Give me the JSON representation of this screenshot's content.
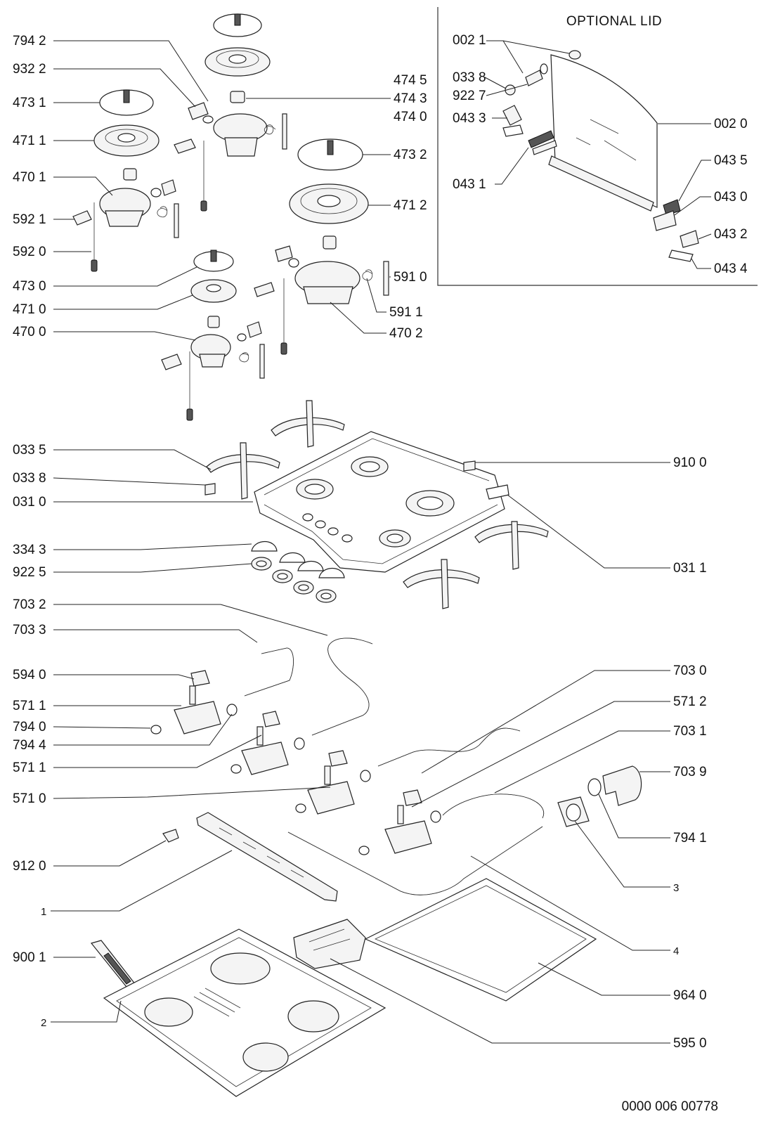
{
  "title": "OPTIONAL LID",
  "doc_number": "0000 006 00778",
  "labels": {
    "l7942": "794 2",
    "l9322": "932 2",
    "l4731": "473 1",
    "l4711": "471 1",
    "l4701": "470 1",
    "l5921": "592 1",
    "l5920": "592 0",
    "l4730": "473 0",
    "l4710": "471 0",
    "l4700": "470 0",
    "l4745": "474 5",
    "l4743": "474 3",
    "l4740": "474 0",
    "l4732": "473 2",
    "l4712": "471 2",
    "l5910": "591 0",
    "l5911": "591 1",
    "l4702": "470 2",
    "l0021": "002 1",
    "l0338a": "033 8",
    "l9227": "922 7",
    "l0433": "043 3",
    "l0431": "043 1",
    "l0020": "002 0",
    "l0435": "043 5",
    "l0430": "043 0",
    "l0432": "043 2",
    "l0434": "043 4",
    "l0335": "033 5",
    "l0338b": "033 8",
    "l0310": "031 0",
    "l3343": "334 3",
    "l9225": "922 5",
    "l9100": "910 0",
    "l0311": "031 1",
    "l7032": "703 2",
    "l7033": "703 3",
    "l5940": "594 0",
    "l5711a": "571 1",
    "l7940": "794 0",
    "l7944": "794 4",
    "l5711b": "571 1",
    "l5710": "571 0",
    "l7030": "703 0",
    "l5712": "571 2",
    "l7031": "703 1",
    "l7039": "703 9",
    "l7941": "794 1",
    "l3": "3",
    "l9120": "912 0",
    "l1": "1",
    "l9001": "900 1",
    "l2": "2",
    "l4": "4",
    "l9640": "964 0",
    "l5950": "595 0"
  }
}
